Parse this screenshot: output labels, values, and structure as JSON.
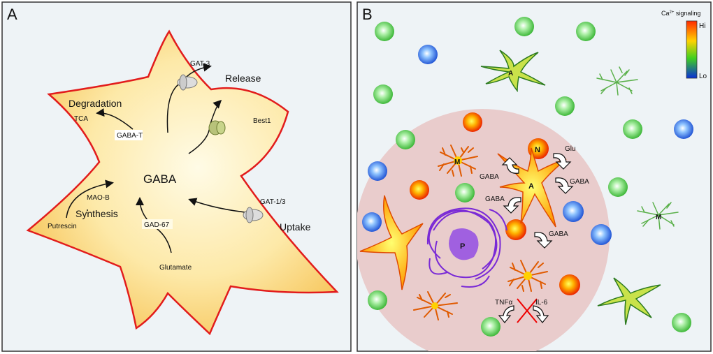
{
  "panel_a": {
    "label": "A",
    "release": "Release",
    "gat3": "GAT-3",
    "degradation": "Degradation",
    "tca": "TCA",
    "gaba_t": "GABA-T",
    "best1": "Best1",
    "gaba": "GABA",
    "mao_b": "MAO-B",
    "gat13": "GAT-1/3",
    "synthesis": "Synthesis",
    "putrescin": "Putrescin",
    "gad67": "GAD-67",
    "uptake": "Uptake",
    "glutamate": "Glutamate"
  },
  "panel_b": {
    "label": "B",
    "legend": {
      "title": "Ca",
      "title_sup": "2+",
      "title_rest": " signaling",
      "hi": "Hi",
      "lo": "Lo",
      "colors": [
        "#ff2a00",
        "#ffd200",
        "#3fcf1f",
        "#0a2fd6"
      ]
    },
    "cell_labels": {
      "astrocyte": "A",
      "microglia": "M",
      "neuron": "N",
      "plaque": "P"
    },
    "arrows": {
      "glu": "Glu",
      "gaba1": "GABA",
      "gaba2": "GABA",
      "gaba3": "GABA",
      "gaba4": "GABA",
      "tnf": "TNFα",
      "il6": "IL-6"
    }
  }
}
